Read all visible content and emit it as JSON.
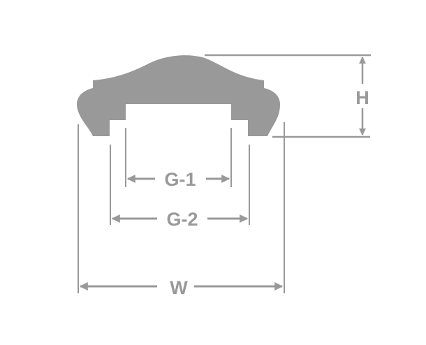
{
  "diagram": {
    "colors": {
      "profile": "#999999",
      "dimension": "#999999",
      "background": "#ffffff"
    },
    "labels": {
      "height": "H",
      "gap_inner": "G-1",
      "gap_outer": "G-2",
      "width": "W"
    }
  }
}
